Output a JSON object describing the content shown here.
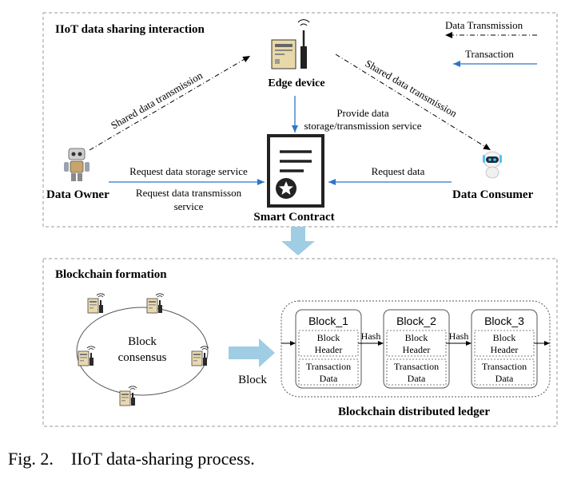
{
  "top_panel": {
    "title": "IIoT data sharing interaction",
    "legend": {
      "data_transmission": "Data Transmission",
      "transaction": "Transaction"
    },
    "edge_device": "Edge device",
    "data_owner": "Data Owner",
    "data_consumer": "Data Consumer",
    "smart_contract": "Smart Contract",
    "shared_left": "Shared data transmission",
    "shared_right": "Shared data transmission",
    "provide_line1": "Provide data",
    "provide_line2": "storage/transmission service",
    "request_storage": "Request data storage service",
    "request_trans_line1": "Request data transmisson",
    "request_trans_line2": "service",
    "request_data": "Request data"
  },
  "bottom_panel": {
    "title": "Blockchain formation",
    "consensus_line1": "Block",
    "consensus_line2": "consensus",
    "block_arrow_label": "Block",
    "ledger_label": "Blockchain distributed ledger",
    "hash_label": "Hash",
    "blocks": [
      {
        "name": "Block_1",
        "header_line1": "Block",
        "header_line2": "Header",
        "data_line1": "Transaction",
        "data_line2": "Data"
      },
      {
        "name": "Block_2",
        "header_line1": "Block",
        "header_line2": "Header",
        "data_line1": "Transaction",
        "data_line2": "Data"
      },
      {
        "name": "Block_3",
        "header_line1": "Block",
        "header_line2": "Header",
        "data_line1": "Transaction",
        "data_line2": "Data"
      }
    ]
  },
  "caption": "Fig. 2.    IIoT data-sharing process.",
  "colors": {
    "blue_arrow": "#2e75c6",
    "flow_arrow": "#9fcde3",
    "panel_border": "#999999"
  },
  "icons": [
    "edge-device-icon",
    "robot-icon",
    "assistant-robot-icon",
    "contract-document-icon",
    "server-node-icon"
  ]
}
